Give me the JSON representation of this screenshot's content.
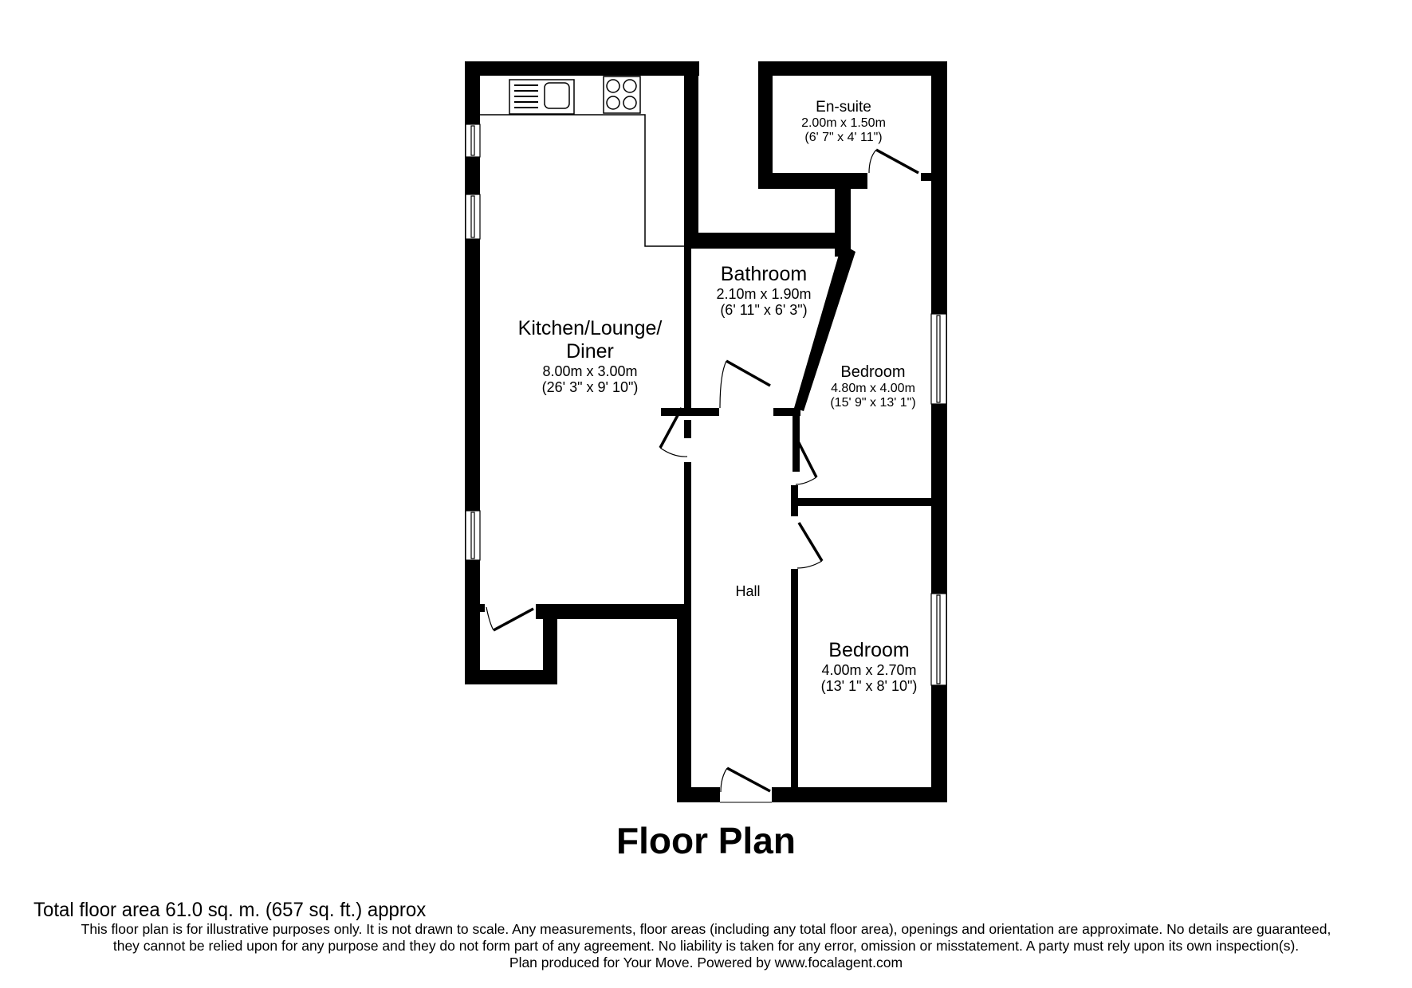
{
  "title": "Floor Plan",
  "rooms": [
    {
      "name": "Kitchen/Lounge/",
      "name2": "Diner",
      "metric": "8.00m x 3.00m",
      "imperial": "(26' 3\" x 9' 10\")"
    },
    {
      "name": "Bathroom",
      "metric": "2.10m x 1.90m",
      "imperial": "(6' 11\" x 6' 3\")"
    },
    {
      "name": "En-suite",
      "metric": "2.00m x 1.50m",
      "imperial": "(6' 7\" x 4' 11\")"
    },
    {
      "name": "Bedroom",
      "metric": "4.80m x 4.00m",
      "imperial": "(15' 9\" x 13' 1\")"
    },
    {
      "name": "Hall"
    },
    {
      "name": "Bedroom",
      "metric": "4.00m x 2.70m",
      "imperial": "(13' 1\" x 8' 10\")"
    }
  ],
  "footer": {
    "total_area": "Total floor area 61.0 sq. m. (657 sq. ft.) approx",
    "disclaimer_line1": "This floor plan is for illustrative purposes only. It is not drawn to scale. Any measurements, floor areas (including any total floor area), openings and orientation are approximate. No details are guaranteed,",
    "disclaimer_line2": "they cannot be relied upon for any purpose and they do not form part of any agreement. No liability is taken for any error, omission or misstatement. A party must rely upon its own inspection(s).",
    "credit": "Plan produced for Your Move. Powered by www.focalagent.com"
  },
  "colors": {
    "wall": "#000000",
    "background": "#ffffff"
  },
  "icons": [
    "sink-icon",
    "hob-icon",
    "window-icon",
    "door-icon"
  ]
}
